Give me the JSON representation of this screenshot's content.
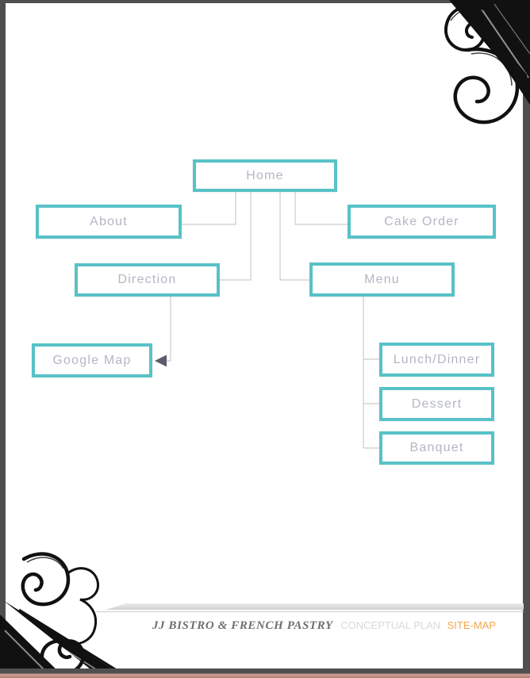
{
  "document": {
    "kind": "site-map concept page",
    "footer": {
      "brand": "JJ BISTRO & FRENCH PASTRY",
      "subtitle": "CONCEPTUAL PLAN",
      "page_label": "SITE-MAP"
    }
  },
  "sitemap": {
    "nodes": {
      "home": "Home",
      "about": "About",
      "cake_order": "Cake Order",
      "direction": "Direction",
      "menu": "Menu",
      "google_map": "Google Map",
      "lunch_dinner": "Lunch/Dinner",
      "dessert": "Dessert",
      "banquet": "Banquet"
    },
    "hierarchy": {
      "home": [
        "about",
        "cake_order",
        "direction",
        "menu"
      ],
      "direction": [
        "google_map"
      ],
      "menu": [
        "lunch_dinner",
        "dessert",
        "banquet"
      ]
    }
  },
  "colors": {
    "node_border": "#58C2C7",
    "node_text": "#B4B7C4",
    "connector": "#CCCCCC",
    "arrowhead": "#5F5B6D",
    "frame": "#4F4F4F",
    "bottom_bar": "#C5948A",
    "footer_brand": "#6F6F6F",
    "footer_subtitle": "#D9D9D9",
    "footer_accent": "#F2A94E",
    "flourish_ink": "#111111"
  }
}
